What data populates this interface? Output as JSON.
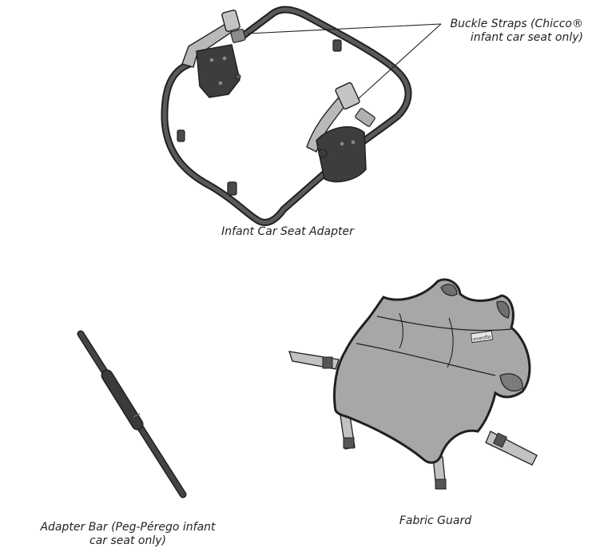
{
  "labels": {
    "buckle_straps_line1": "Buckle Straps (Chicco®",
    "buckle_straps_line2": "infant car seat only)",
    "infant_adapter": "Infant Car Seat Adapter",
    "adapter_bar_line1": "Adapter Bar (Peg-Pérego infant",
    "adapter_bar_line2": "car seat only)",
    "fabric_guard": "Fabric Guard",
    "brand_tag": "evenflo"
  },
  "colors": {
    "line": "#231f20",
    "frame": "#5a5a5c",
    "strap": "#b9b9bb",
    "fabric": "#a7a7aa",
    "fabric_dark": "#7b7b7e",
    "bracket": "#3d3d3f",
    "bar": "#444446"
  }
}
